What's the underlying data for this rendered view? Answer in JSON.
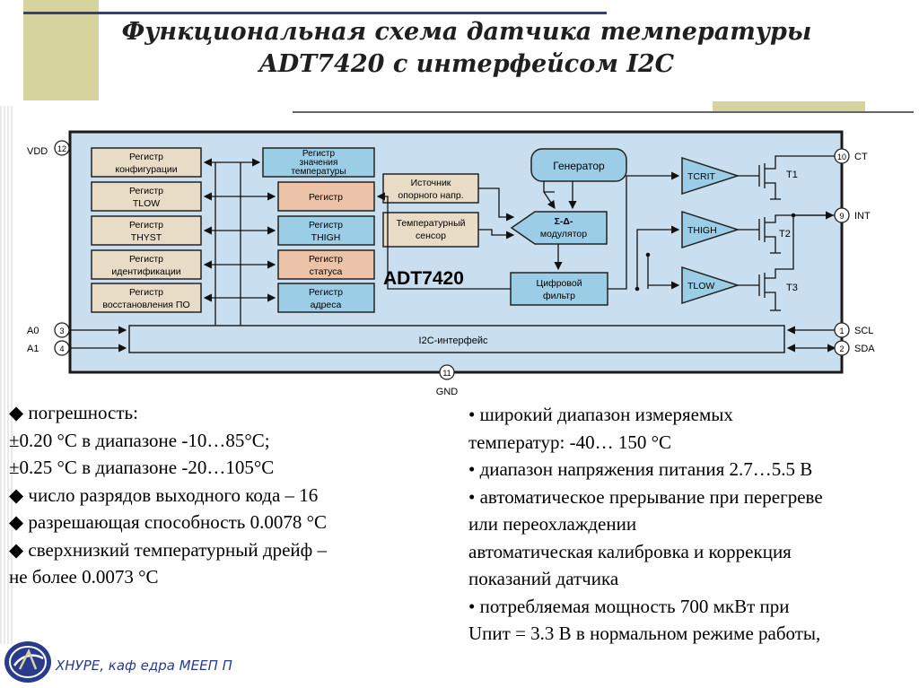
{
  "title": {
    "line1": "Функциональная схема датчика температуры",
    "line2": "ADT7420 с интерфейсом I2C"
  },
  "diagram": {
    "chip_name": "ADT7420",
    "registers_left": [
      [
        "Регистр",
        "конфигурации"
      ],
      [
        "Регистр",
        "TLOW"
      ],
      [
        "Регистр",
        "THYST"
      ],
      [
        "Регистр",
        "идентификации"
      ],
      [
        "Регистр",
        "восстановления ПО"
      ]
    ],
    "registers_mid": [
      [
        "Регистр",
        "значения",
        "температуры"
      ],
      [
        "Регистр"
      ],
      [
        "Регистр",
        "THIGH"
      ],
      [
        "Регистр",
        "статуса"
      ],
      [
        "Регистр",
        "адреса"
      ]
    ],
    "source": [
      "Источник",
      "опорного напр."
    ],
    "sensor": [
      "Температурный",
      "сенсор"
    ],
    "generator": "Генератор",
    "modulator": [
      "Σ-Δ-",
      "модулятор"
    ],
    "digital_filter": [
      "Цифровой",
      "фильтр"
    ],
    "comparators": [
      "TCRIT",
      "THIGH",
      "TLOW"
    ],
    "transistors": [
      "T1",
      "T2",
      "T3"
    ],
    "i2c_interface": "I2C-интерфейс",
    "pins": {
      "vdd": {
        "label": "VDD",
        "num": "12"
      },
      "a0": {
        "label": "A0",
        "num": "3"
      },
      "a1": {
        "label": "A1",
        "num": "4"
      },
      "ct": {
        "label": "CT",
        "num": "10"
      },
      "int": {
        "label": "INT",
        "num": "9"
      },
      "scl": {
        "label": "SCL",
        "num": "1"
      },
      "sda": {
        "label": "SDA",
        "num": "2"
      },
      "gnd": {
        "label": "GND",
        "num": "11"
      }
    },
    "colors": {
      "chip_bg": "#c9dff0",
      "reg_bg": "#e9dcc6",
      "blue_box": "#9ccde6",
      "salmon_box": "#ecc3a8",
      "border": "#1a1a1a"
    }
  },
  "bullets_left": [
    "◆ погрешность:",
    " ±0.20 °С в диапазоне -10…85°С;",
    "±0.25 °С в диапазоне -20…105°С",
    "◆ число разрядов выходного кода – 16",
    "◆ разрешающая способность 0.0078 °С",
    "◆ сверхнизкий температурный дрейф –",
    "не более 0.0073 °С"
  ],
  "bullets_right": [
    "• широкий диапазон измеряемых",
    "температур: -40… 150 °С",
    "• диапазон напряжения питания 2.7…5.5 В",
    "• автоматическое прерывание при перегреве",
    "или переохлаждении",
    "автоматическая калибровка и коррекция",
    "показаний датчика",
    "• потребляемая мощность 700 мкВт при",
    "Uпит = 3.3 В в нормальном режиме работы,"
  ],
  "footer": "ХНУРЕ, каф едра МЕЕП П"
}
